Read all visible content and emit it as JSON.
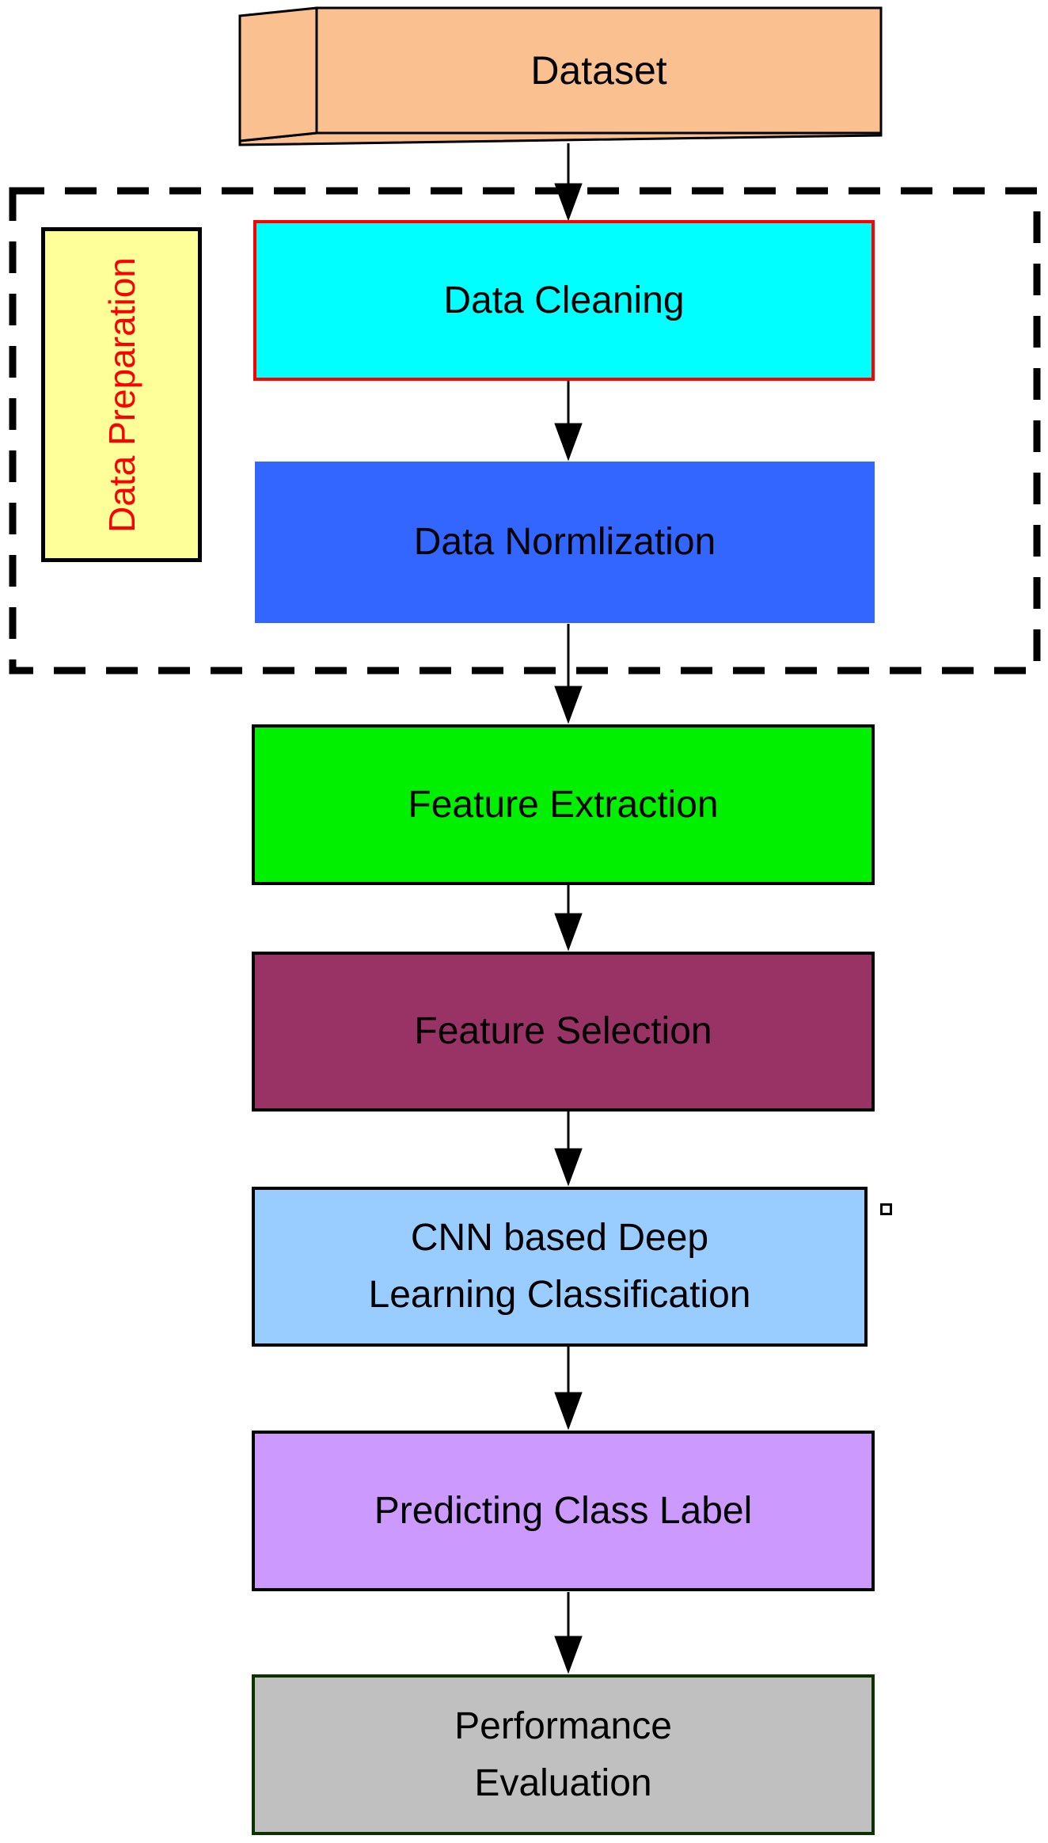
{
  "nodes": {
    "dataset": {
      "label": "Dataset",
      "fill": "#FAC090",
      "border_color": "#000000",
      "shape": "3d-cube"
    },
    "data_preparation": {
      "label": "Data Preparation",
      "fill": "#FFFF99",
      "border_color": "#000000",
      "text_color": "#FF0000",
      "orientation": "vertical-bottom-to-top",
      "role": "group-label-for-dashed-container"
    },
    "data_cleaning": {
      "label": "Data Cleaning",
      "fill": "#00FFFF",
      "border_color": "#FF0000"
    },
    "data_normalization": {
      "label": "Data Normlization",
      "fill": "#3366FF",
      "border_color": "none"
    },
    "feature_extraction": {
      "label": "Feature Extraction",
      "fill": "#00F000",
      "border_color": "#000000"
    },
    "feature_selection": {
      "label": "Feature Selection",
      "fill": "#993366",
      "border_color": "#000000"
    },
    "cnn_classification": {
      "label": "CNN based Deep Learning Classification",
      "lines": [
        "CNN based Deep",
        "Learning Classification"
      ],
      "fill": "#99CCFF",
      "border_color": "#000000"
    },
    "predicting_class_label": {
      "label": "Predicting Class Label",
      "fill": "#CC99FF",
      "border_color": "#000000"
    },
    "performance_evaluation": {
      "label": "Performance Evaluation",
      "lines": [
        "Performance",
        "Evaluation"
      ],
      "fill": "#C0C0C0",
      "border_color": "#0A3300"
    }
  },
  "group": {
    "style": "dashed-rectangle",
    "stroke_color": "#000000",
    "contains": [
      "data_cleaning",
      "data_normalization"
    ],
    "label_node": "data_preparation"
  },
  "edges": [
    {
      "from": "dataset",
      "to": "data_cleaning"
    },
    {
      "from": "data_cleaning",
      "to": "data_normalization"
    },
    {
      "from": "data_normalization",
      "to": "feature_extraction"
    },
    {
      "from": "feature_extraction",
      "to": "feature_selection"
    },
    {
      "from": "feature_selection",
      "to": "cnn_classification"
    },
    {
      "from": "cnn_classification",
      "to": "predicting_class_label"
    },
    {
      "from": "predicting_class_label",
      "to": "performance_evaluation"
    }
  ],
  "decorations": {
    "small_square_marker": {
      "fill": "#FFFFFF",
      "border_color": "#000000"
    }
  }
}
